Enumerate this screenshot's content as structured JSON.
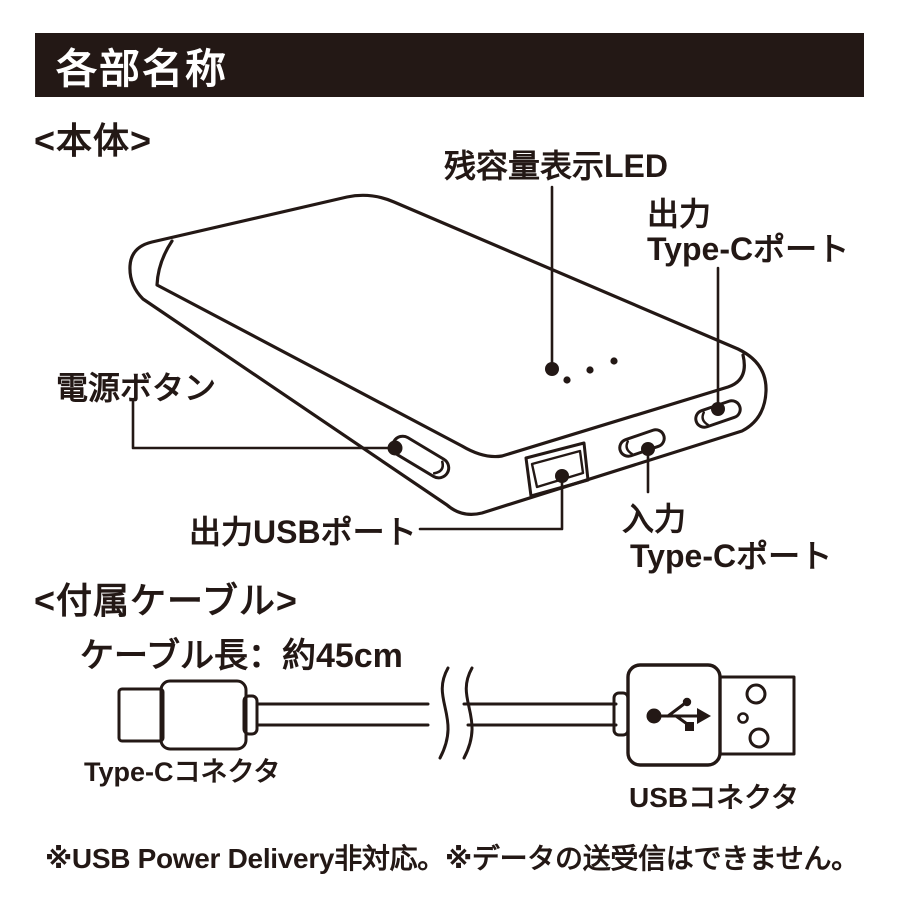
{
  "header": {
    "title": "各部名称"
  },
  "body_section": {
    "title": "<本体>",
    "labels": {
      "led": "残容量表示LED",
      "output_typec": {
        "line1": "出力",
        "line2": "Type-Cポート"
      },
      "power_button": "電源ボタン",
      "output_usb": "出力USBポート",
      "input_typec": {
        "line1": "入力",
        "line2": "Type-Cポート"
      }
    }
  },
  "cable_section": {
    "title": "<付属ケーブル>",
    "cable_length": "ケーブル長：約45cm",
    "typec_connector_label": "Type-Cコネクタ",
    "usb_connector_label": "USBコネクタ"
  },
  "footnote": "※USB Power Delivery非対応。※データの送受信はできません。",
  "colors": {
    "ink": "#231815",
    "header_bg": "#231815",
    "header_text": "#ffffff",
    "background": "#ffffff"
  }
}
